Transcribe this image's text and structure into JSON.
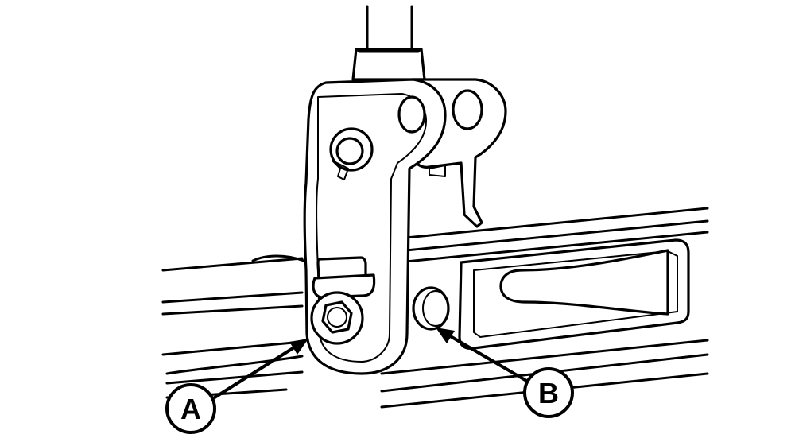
{
  "callouts": [
    {
      "id": "A",
      "label": "A"
    },
    {
      "id": "B",
      "label": "B"
    }
  ],
  "colors": {
    "stroke": "#000000",
    "background": "#ffffff"
  }
}
